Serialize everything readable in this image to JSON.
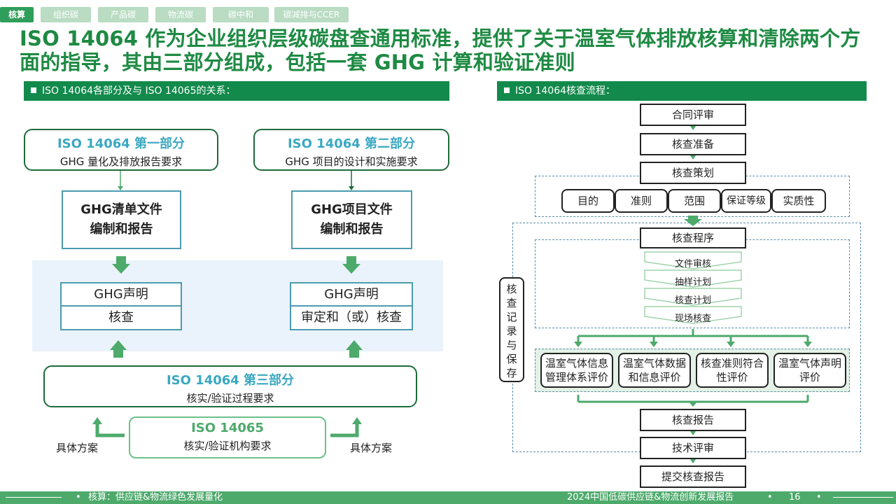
{
  "tabs": [
    {
      "label": "核算",
      "active": true
    },
    {
      "label": "组织碳",
      "active": false
    },
    {
      "label": "产品碳",
      "active": false
    },
    {
      "label": "物流碳",
      "active": false
    },
    {
      "label": "碳中和",
      "active": false
    },
    {
      "label": "碳减排与CCER",
      "active": false
    }
  ],
  "title": "ISO 14064 作为企业组织层级碳盘查通用标准，提供了关于温室气体排放核算和清除两个方面的指导，其由三部分组成，包括一套 GHG 计算和验证准则",
  "left": {
    "section_title": "ISO 14064各部分及与 ISO 14065的关系：",
    "part1": {
      "heading": "ISO 14064 第一部分",
      "sub": "GHG 量化及排放报告要求"
    },
    "part2": {
      "heading": "ISO 14064 第二部分",
      "sub": "GHG 项目的设计和实施要求"
    },
    "doc1": {
      "line1": "GHG清单文件",
      "line2": "编制和报告"
    },
    "doc2": {
      "line1": "GHG项目文件",
      "line2": "编制和报告"
    },
    "decl1": {
      "top": "GHG声明",
      "bottom": "核查"
    },
    "decl2": {
      "top": "GHG声明",
      "bottom": "审定和（或）核查"
    },
    "part3": {
      "heading": "ISO 14064 第三部分",
      "sub": "核实/验证过程要求"
    },
    "iso14065": {
      "heading": "ISO 14065",
      "sub": "核实/验证机构要求"
    },
    "scheme_left": "具体方案",
    "scheme_right": "具体方案"
  },
  "right": {
    "section_title": "ISO 14064核查流程：",
    "steps_top": [
      "合同评审",
      "核查准备",
      "核查策划"
    ],
    "planning_items": [
      "目的",
      "准则",
      "范围",
      "保证等级",
      "实质性"
    ],
    "procedure": "核查程序",
    "procedure_steps": [
      "文件审核",
      "抽样计划",
      "核查计划",
      "现场核查"
    ],
    "evaluations": [
      {
        "line1": "温室气体信息",
        "line2": "管理体系评价"
      },
      {
        "line1": "温室气体数据",
        "line2": "和信息评价"
      },
      {
        "line1": "核查准则符合",
        "line2": "性评价"
      },
      {
        "line1": "温室气体声明",
        "line2": "评价"
      }
    ],
    "record_label": [
      "核",
      "查",
      "记",
      "录",
      "与",
      "保",
      "存"
    ],
    "steps_bottom": [
      "核查报告",
      "技术评审",
      "提交核查报告"
    ]
  },
  "footer": {
    "left": "核算：供应链&物流绿色发展量化",
    "right": "2024中国低碳供应链&物流创新发展报告",
    "page": "16"
  }
}
